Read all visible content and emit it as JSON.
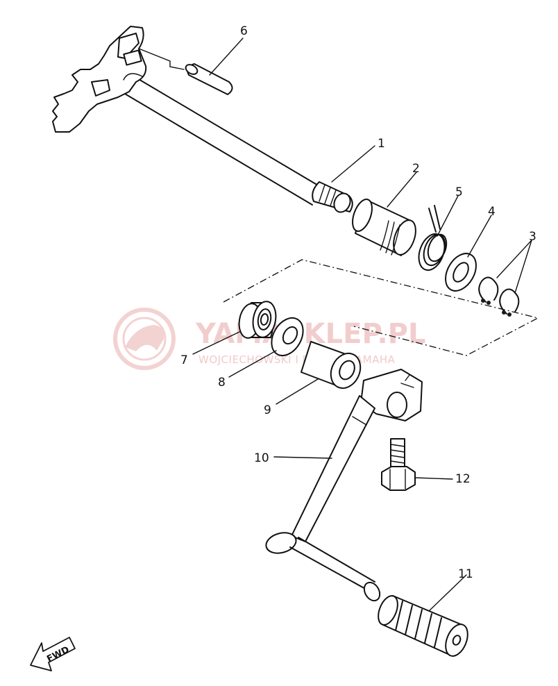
{
  "watermark": {
    "brand": "YAMASKLEP.PL",
    "tagline": "WOJCIECHOWSKI I DEALER YAMAHA",
    "color": "#e9a6a6"
  },
  "direction_marker": {
    "label": "FWD",
    "icon": "arrow-left-icon"
  },
  "callouts": [
    {
      "id": "callout-1",
      "label": "1"
    },
    {
      "id": "callout-2",
      "label": "2"
    },
    {
      "id": "callout-3",
      "label": "3"
    },
    {
      "id": "callout-4",
      "label": "4"
    },
    {
      "id": "callout-5",
      "label": "5"
    },
    {
      "id": "callout-6",
      "label": "6"
    },
    {
      "id": "callout-7",
      "label": "7"
    },
    {
      "id": "callout-8",
      "label": "8"
    },
    {
      "id": "callout-9",
      "label": "9"
    },
    {
      "id": "callout-10",
      "label": "10"
    },
    {
      "id": "callout-11",
      "label": "11"
    },
    {
      "id": "callout-12",
      "label": "12"
    }
  ]
}
